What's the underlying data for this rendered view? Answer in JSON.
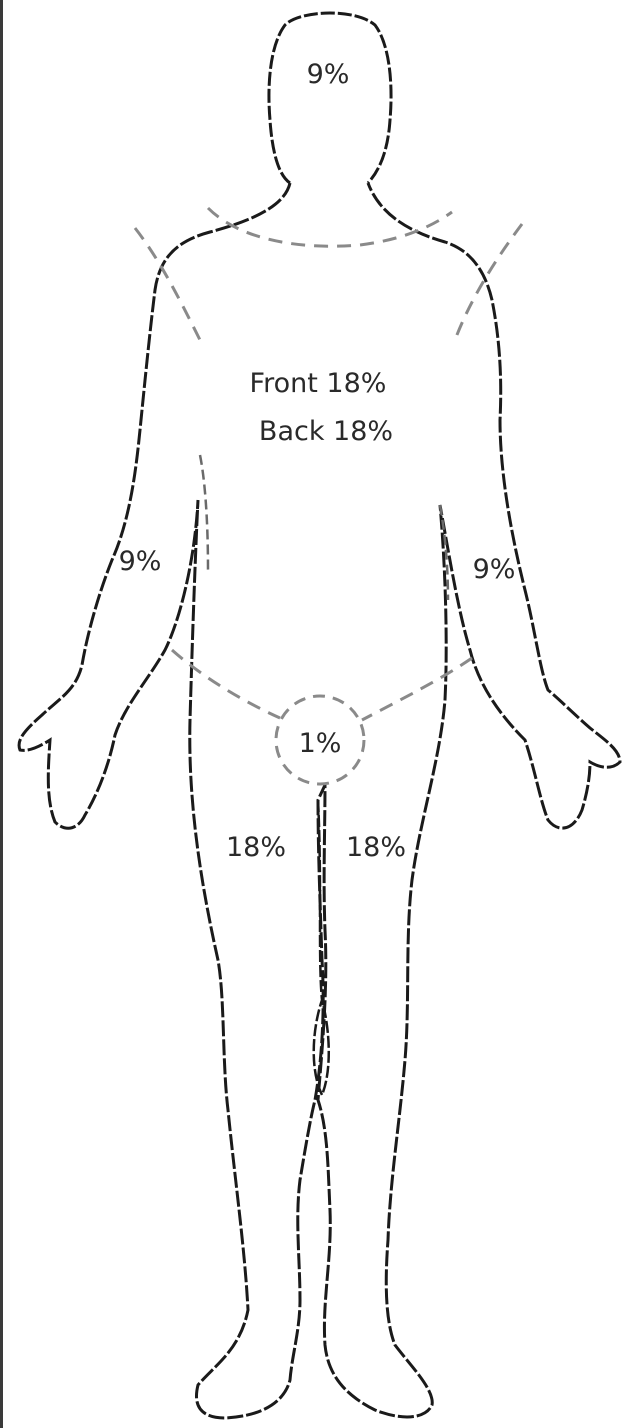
{
  "diagram": {
    "labels": {
      "head": "9%",
      "torso_front": "Front 18%",
      "torso_back": "Back 18%",
      "right_arm": "9%",
      "left_arm": "9%",
      "groin": "1%",
      "right_leg": "18%",
      "left_leg": "18%"
    },
    "colors": {
      "outline": "#1a1a1a",
      "dashed": "#8a8a8a",
      "text": "#2a2a2a",
      "background": "#ffffff"
    }
  }
}
